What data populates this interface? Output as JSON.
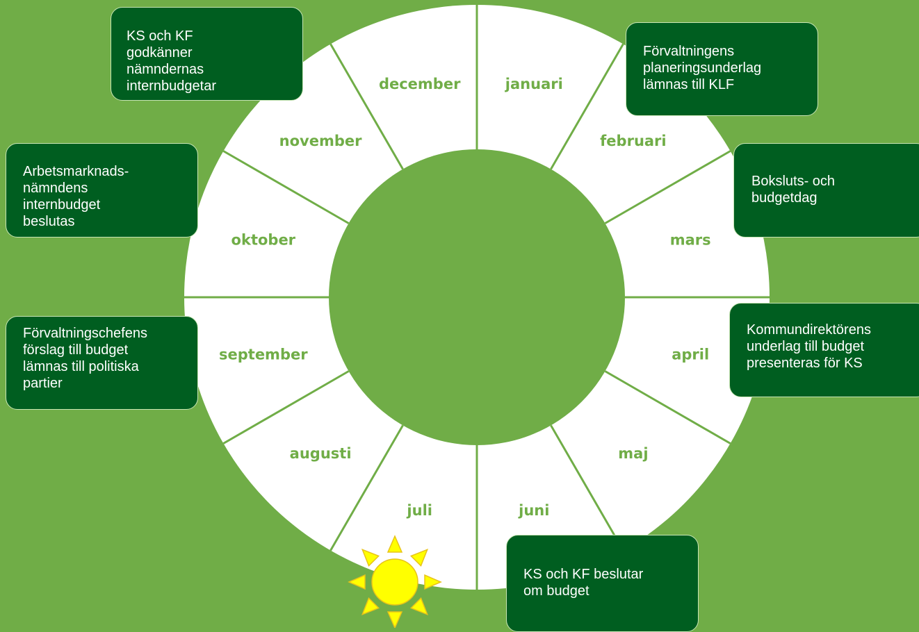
{
  "colors": {
    "background": "#70ad47",
    "wheel_fill": "#ffffff",
    "hub_fill": "#70ad47",
    "label_color": "#70ad47",
    "note_fill": "#005e20",
    "note_border": "#c9e6b5",
    "sun_fill": "#ffff00",
    "sun_stroke": "#e8c31a"
  },
  "months": [
    "januari",
    "februari",
    "mars",
    "april",
    "maj",
    "juni",
    "juli",
    "augusti",
    "september",
    "oktober",
    "november",
    "december"
  ],
  "notes": {
    "ks_kf_godkanner": "KS och KF\ngodkänner\nnämndernas\ninternbudgetar",
    "forvaltningens_planering": "Förvaltningens\nplaneringsunderlag\nlämnas till KLF",
    "arbetsmarknad": "Arbetsmarknads-\nnämndens\ninternbudget\nbeslutas",
    "bokslut": "Boksluts- och\nbudgetdag",
    "forvaltningschef": "Förvaltningschefens\nförslag till budget\nlämnas till politiska\npartier",
    "kommundirektor": "Kommundirektörens\nunderlag till budget\npresenteras för KS",
    "ks_kf_beslutar": "KS och KF beslutar\nom budget"
  },
  "icons": {
    "sun": "sun-icon"
  }
}
